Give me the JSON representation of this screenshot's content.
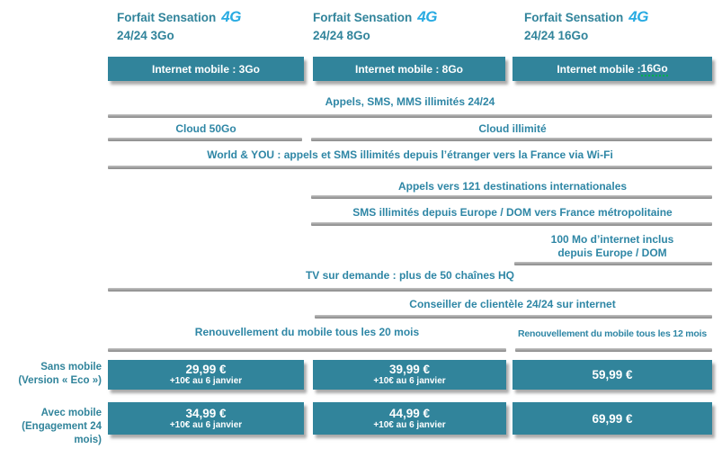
{
  "colors": {
    "teal": "#31849B",
    "logo_blue": "#29ABE2",
    "feature_text": "#2E86A5",
    "bar_gray": "#A6A6A6",
    "grammar_underline_green": "#00B050",
    "background": "#FFFFFF"
  },
  "columns": [
    {
      "title_brand": "Forfait Sensation",
      "title_logo": "4G",
      "title_plan": "24/24 3Go",
      "banner_label": "Internet mobile : 3Go",
      "banner_underlined": ""
    },
    {
      "title_brand": "Forfait Sensation",
      "title_logo": "4G",
      "title_plan": "24/24 8Go",
      "banner_label": "Internet mobile : 8Go",
      "banner_underlined": ""
    },
    {
      "title_brand": "Forfait Sensation",
      "title_logo": "4G",
      "title_plan": "24/24 16Go",
      "banner_label": "Internet mobile :",
      "banner_underlined": "16Go"
    }
  ],
  "features": [
    {
      "text": "Appels, SMS, MMS illimités 24/24",
      "span": "all"
    },
    {
      "text": "Cloud 50Go",
      "span": "col1"
    },
    {
      "text": "Cloud illimité",
      "span": "col2-3"
    },
    {
      "text": "World & YOU : appels et SMS illimités depuis l’étranger vers la France via Wi-Fi",
      "span": "all"
    },
    {
      "text": "Appels vers 121 destinations internationales",
      "span": "col2-3"
    },
    {
      "text": "SMS illimités depuis Europe / DOM vers France métropolitaine",
      "span": "col2-3"
    },
    {
      "line1": "100 Mo d’internet inclus",
      "line2": "depuis Europe / DOM",
      "span": "col3"
    },
    {
      "text": "TV sur demande : plus de 50 chaînes HQ",
      "span": "all"
    },
    {
      "text": "Conseiller de clientèle 24/24 sur internet",
      "span": "col2-3"
    },
    {
      "text": "Renouvellement du mobile tous les 20 mois",
      "span": "col1-2"
    },
    {
      "text": "Renouvellement du mobile tous les 12 mois",
      "span": "col3"
    }
  ],
  "pricing": {
    "rows": [
      {
        "label_line1": "Sans mobile",
        "label_line2": "(Version « Eco »)",
        "offers": [
          {
            "price": "29,99 €",
            "note": "+10€ au 6 janvier"
          },
          {
            "price": "39,99 €",
            "note": "+10€ au 6 janvier"
          },
          {
            "price": "59,99 €",
            "note": ""
          }
        ]
      },
      {
        "label_line1": "Avec mobile",
        "label_line2": "(Engagement  24 mois)",
        "offers": [
          {
            "price": "34,99 €",
            "note": "+10€ au 6 janvier"
          },
          {
            "price": "44,99 €",
            "note": "+10€ au 6 janvier"
          },
          {
            "price": "69,99 €",
            "note": ""
          }
        ]
      }
    ]
  }
}
